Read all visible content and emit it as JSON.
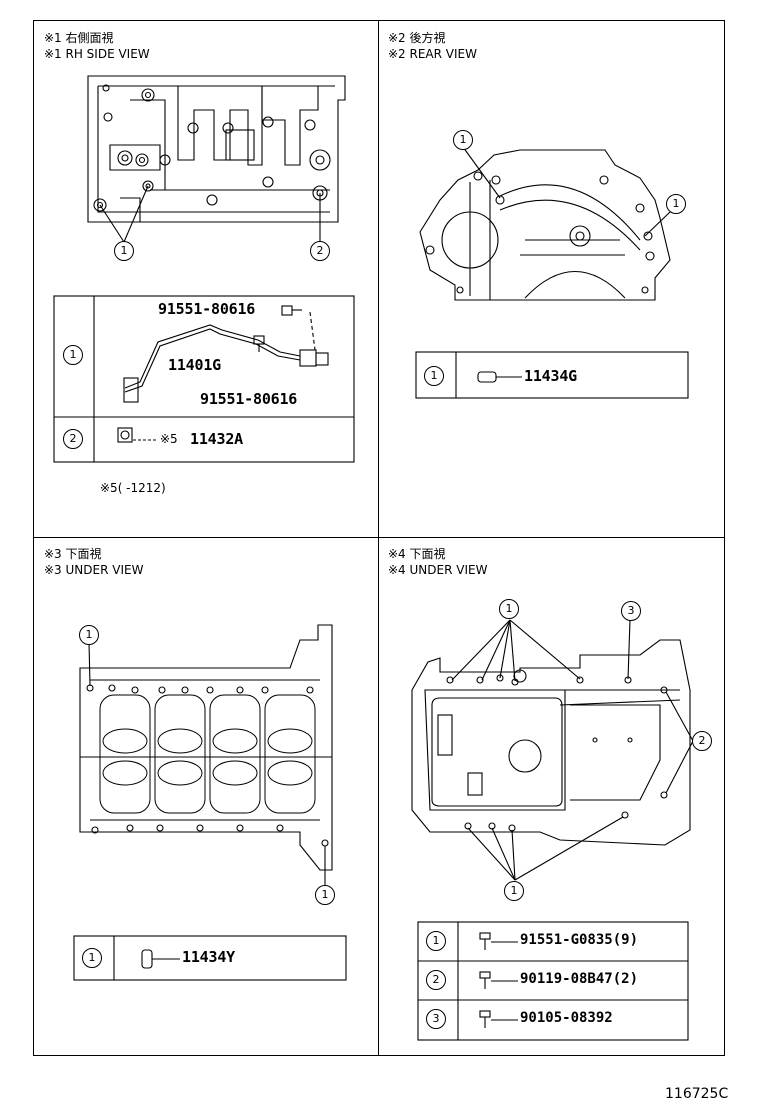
{
  "views": [
    {
      "jp": "※1 右側面視",
      "en": "※1 RH SIDE VIEW"
    },
    {
      "jp": "※2 後方視",
      "en": "※2 REAR VIEW"
    },
    {
      "jp": "※3 下面視",
      "en": "※3 UNDER VIEW"
    },
    {
      "jp": "※4 下面視",
      "en": "※4 UNDER VIEW"
    }
  ],
  "callouts": {
    "c1": "1",
    "c2": "2",
    "c3": "3"
  },
  "rh_side": {
    "part_a_top": "91551-80616",
    "part_a_mid": "11401G",
    "part_a_bot": "91551-80616",
    "part_b_prefix": "※5",
    "part_b": "11432A",
    "footnote": "※5(     -1212)"
  },
  "rear": {
    "part": "11434G"
  },
  "under3": {
    "part": "11434Y"
  },
  "under4": {
    "rows": [
      {
        "num": "1",
        "part": "91551-G0835(9)"
      },
      {
        "num": "2",
        "part": "90119-08B47(2)"
      },
      {
        "num": "3",
        "part": "90105-08392"
      }
    ]
  },
  "illustration_code": "116725C"
}
